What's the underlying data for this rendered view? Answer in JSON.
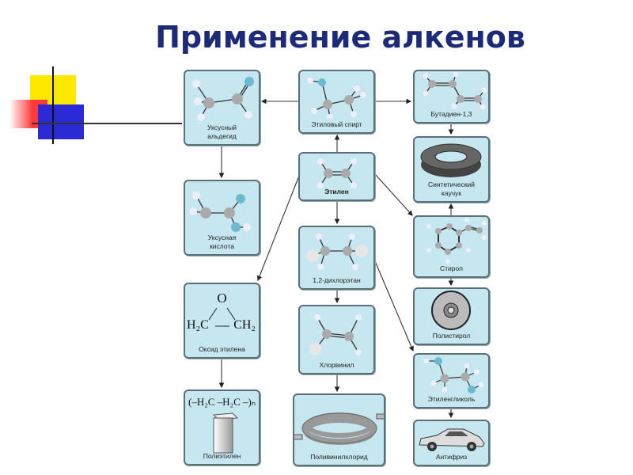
{
  "title": "Применение алкенов",
  "nodes": {
    "acetaldehyde": "Уксусный альдегид",
    "acetic_acid": "Уксусная кислота",
    "ethylene_oxide": "Оксид этилена",
    "ethylene_oxide_formula": {
      "o": "O",
      "left": "H₂C",
      "right": "CH₂"
    },
    "polyethylene": "Полиэтилен",
    "polyethylene_formula": "(–H₂C –H₂C –)ₙ",
    "ethanol": "Этиловый спирт",
    "ethylene": "Этилен",
    "dichloroethane": "1,2-дихлорэтан",
    "chlorvinyl": "Хлорвинил",
    "pvc": "Поливинилхлорид",
    "butadiene": "Бутадиен-1,3",
    "synthetic_rubber": "Синтетический каучук",
    "styrene": "Стирол",
    "polystyrene": "Полистирол",
    "ethylene_glycol": "Этиленгликоль",
    "antifreeze": "Антифриз"
  },
  "colors": {
    "title": "#1c2a78",
    "box": "#c6e6f0",
    "yellow": "#ffe800",
    "red": "#ff3a3a",
    "blue": "#2b2bd6"
  }
}
